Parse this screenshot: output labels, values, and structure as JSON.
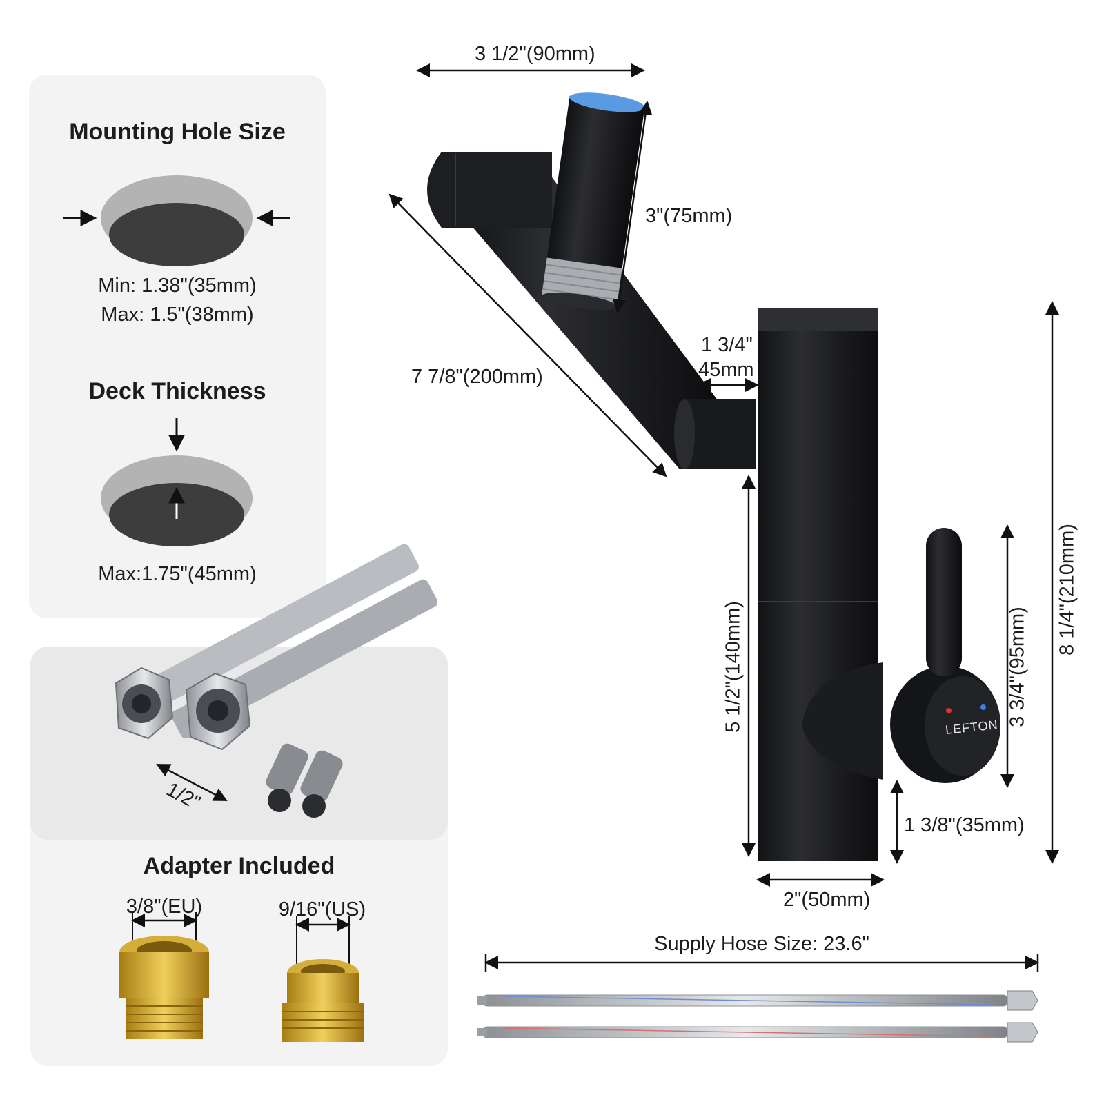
{
  "mounting": {
    "title": "Mounting Hole Size",
    "min": "Min: 1.38\"(35mm)",
    "max": "Max: 1.5\"(38mm)"
  },
  "deck": {
    "title": "Deck Thickness",
    "max": "Max:1.75\"(45mm)"
  },
  "adapter": {
    "thread_label": "1/2\"",
    "title": "Adapter Included",
    "eu": "3/8\"(EU)",
    "us": "9/16\"(US)"
  },
  "dimensions": {
    "spout_width": "3 1/2\"(90mm)",
    "aerator_height": "3\"(75mm)",
    "arm_length": "7 7/8\"(200mm)",
    "offset_line1": "1 3/4\"",
    "offset_line2": "45mm",
    "body_height": "5 1/2\"(140mm)",
    "handle_height": "3 3/4\"(95mm)",
    "total_height": "8 1/4\"(210mm)",
    "handle_base": "1 3/8\"(35mm)",
    "base_width": "2\"(50mm)"
  },
  "brand": "LEFTON",
  "hose": {
    "label": "Supply Hose Size: 23.6\""
  },
  "colors": {
    "faucet": "#1e1f22",
    "aerator_tip": "#4a90d9",
    "panel": "#f3f3f3",
    "brass": "#c9a227"
  }
}
